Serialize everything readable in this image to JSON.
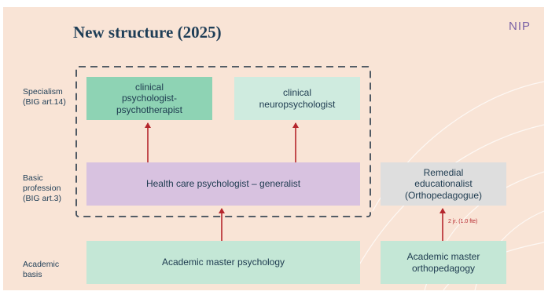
{
  "title": "New structure (2025)",
  "logo": "NIP",
  "row_labels": {
    "specialism": "Specialism\n(BIG art.14)",
    "basic": "Basic\nprofession\n(BIG art.3)",
    "academic": "Academic\nbasis"
  },
  "boxes": {
    "clinical_psychotherapist": "clinical\npsychologist-\npsychotherapist",
    "clinical_neuropsychologist": "clinical\nneuropsychologist",
    "health_care_psychologist": "Health care psychologist – generalist",
    "remedial_educationalist": "Remedial\neducationalist\n(Orthopedagogue)",
    "academic_master_psychology": "Academic master psychology",
    "academic_master_orthopedagogy": "Academic master\northopedagogy"
  },
  "arrow_note": "2 jr. (1.0 fte)",
  "colors": {
    "background": "#f9e4d6",
    "title": "#1f3e57",
    "arrow": "#b5252c",
    "specialism_dark": "#8ed3b4",
    "specialism_light": "#cfebdf",
    "basic_profession": "#d8c2e0",
    "remedial": "#dedede",
    "academic": "#c4e7d6",
    "logo": "#7a62a6",
    "dashed_frame": "#3d4a57"
  }
}
